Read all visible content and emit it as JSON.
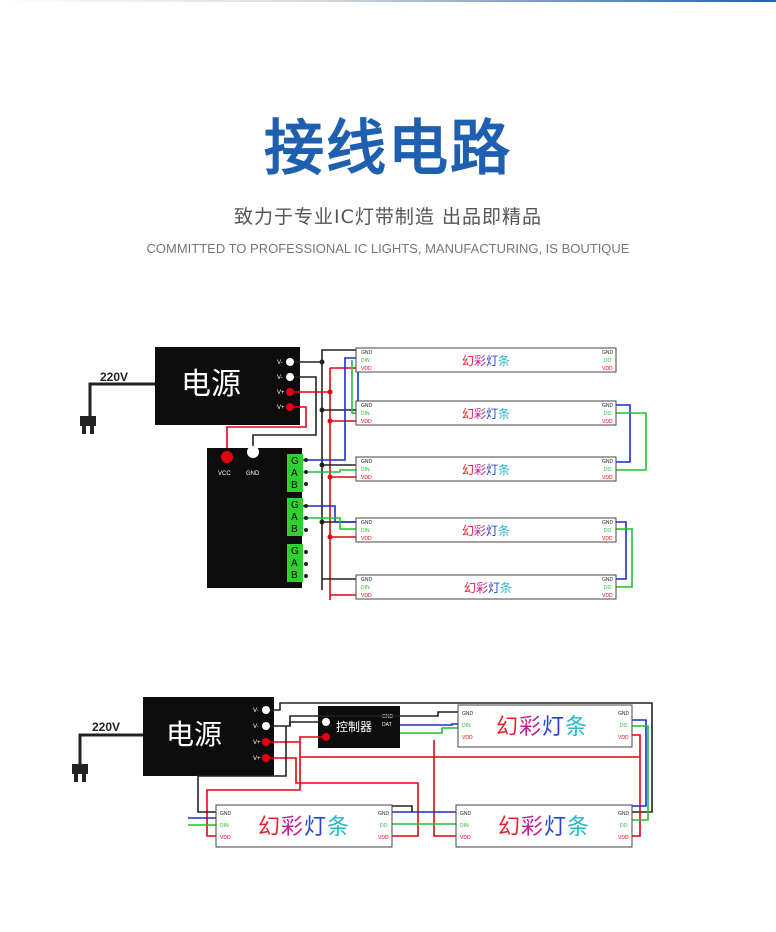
{
  "header": {
    "title": "接线电路",
    "subtitle": "致力于专业IC灯带制造 出品即精品",
    "subtitle_en": "COMMITTED TO PROFESSIONAL IC LIGHTS, MANUFACTURING, IS BOUTIQUE"
  },
  "diagram1": {
    "voltage": "220V",
    "power_label": "电源",
    "power_terminals": [
      "V-",
      "V-",
      "V+",
      "V+"
    ],
    "controller_pins": [
      "VCC",
      "GND"
    ],
    "port_letters": [
      "G",
      "A",
      "B"
    ],
    "strip_labels": {
      "gnd": "GND",
      "din": "DIN",
      "vdd": "VDD",
      "do": "DO"
    },
    "strip_title": [
      "幻",
      "彩",
      "灯",
      "条"
    ]
  },
  "diagram2": {
    "voltage": "220V",
    "power_label": "电源",
    "power_terminals": [
      "V-",
      "V-",
      "V+",
      "V+"
    ],
    "controller_label": "控制器",
    "controller_pins": [
      "GND",
      "DAT"
    ],
    "strip_labels": {
      "gnd": "GND",
      "din": "DIN",
      "vdd": "VDD",
      "do": "DO"
    },
    "strip_title": [
      "幻",
      "彩",
      "灯",
      "条"
    ]
  },
  "colors": {
    "title": "#1f5fb0",
    "wire_red": "#e60012",
    "wire_green": "#22c02c",
    "wire_blue": "#1a2fd0",
    "wire_black": "#222222",
    "strip_red": "#e8232f",
    "strip_magenta": "#c21f8c",
    "strip_blue": "#2545d6",
    "strip_cyan": "#26b7c8",
    "terminal_green": "#2fd12f"
  }
}
